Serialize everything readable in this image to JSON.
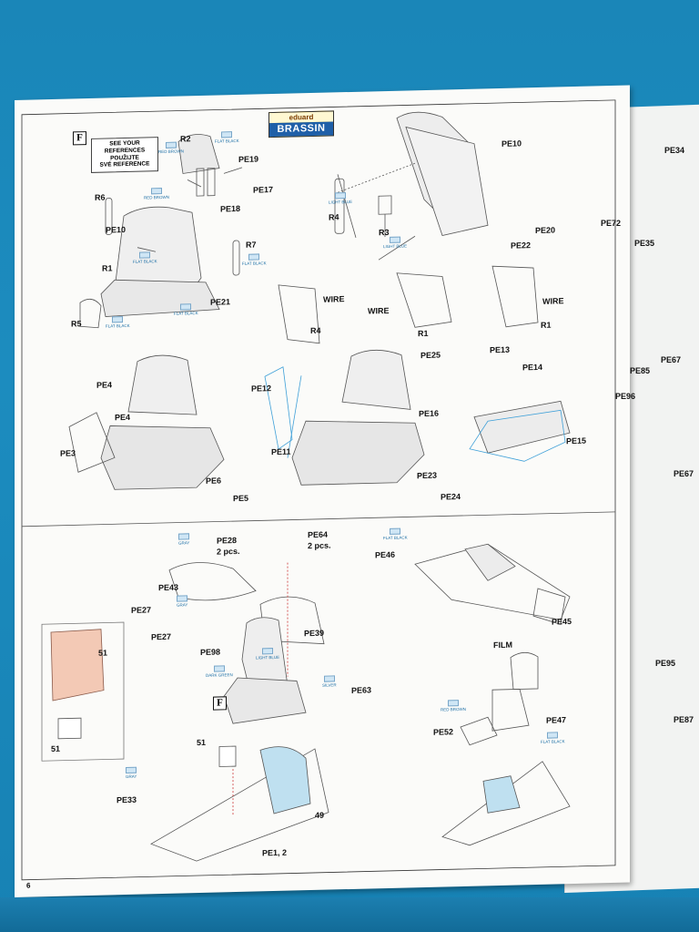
{
  "logo": {
    "top": "eduard",
    "bottom": "BRASSIN"
  },
  "step_letters": [
    "F",
    "F"
  ],
  "page_number": "6",
  "references_note": [
    "SEE YOUR",
    "REFERENCES",
    "POUŽIJTE",
    "SVÉ REFERENCE"
  ],
  "paints": {
    "flat_black": "FLAT BLACK",
    "red_brown": "RED BROWN",
    "light_blue": "LIGHT BLUE",
    "dark_green": "DARK GREEN",
    "gray": "GRAY",
    "silver": "SILVER"
  },
  "labels": {
    "r2": "R2",
    "r6": "R6",
    "r7": "R7",
    "r1": "R1",
    "r5": "R5",
    "r4": "R4",
    "r3": "R3",
    "pe19": "PE19",
    "pe17": "PE17",
    "pe18": "PE18",
    "pe10": "PE10",
    "pe21": "PE21",
    "pe10b": "PE10",
    "pe20": "PE20",
    "pe22": "PE22",
    "wire1": "WIRE",
    "r4b": "R4",
    "wire2": "WIRE",
    "r1b": "R1",
    "wire3": "WIRE",
    "r1c": "R1",
    "pe4a": "PE4",
    "pe4b": "PE4",
    "pe3": "PE3",
    "pe12": "PE12",
    "pe11": "PE11",
    "pe6": "PE6",
    "pe5": "PE5",
    "pe25": "PE25",
    "pe13": "PE13",
    "pe14": "PE14",
    "pe16": "PE16",
    "pe15": "PE15",
    "pe23": "PE23",
    "pe24": "PE24",
    "pe28": "PE28",
    "pcs2a": "2 pcs.",
    "pe64": "PE64",
    "pcs2b": "2 pcs.",
    "pe43": "PE43",
    "pe27a": "PE27",
    "pe27b": "PE27",
    "pe39": "PE39",
    "pe98": "PE98",
    "pe63": "PE63",
    "n51a": "51",
    "n51b": "51",
    "n51c": "51",
    "pe33": "PE33",
    "n49": "49",
    "pe12b": "PE1, 2",
    "pe46": "PE46",
    "pe45": "PE45",
    "film": "FILM",
    "pe52": "PE52",
    "pe47": "PE47",
    "pe34": "PE34",
    "pe72": "PE72",
    "pe35": "PE35",
    "pe67": "PE67",
    "pe85": "PE85",
    "pe96": "PE96",
    "pe67b": "PE67",
    "pe95": "PE95",
    "pe87": "PE87"
  }
}
